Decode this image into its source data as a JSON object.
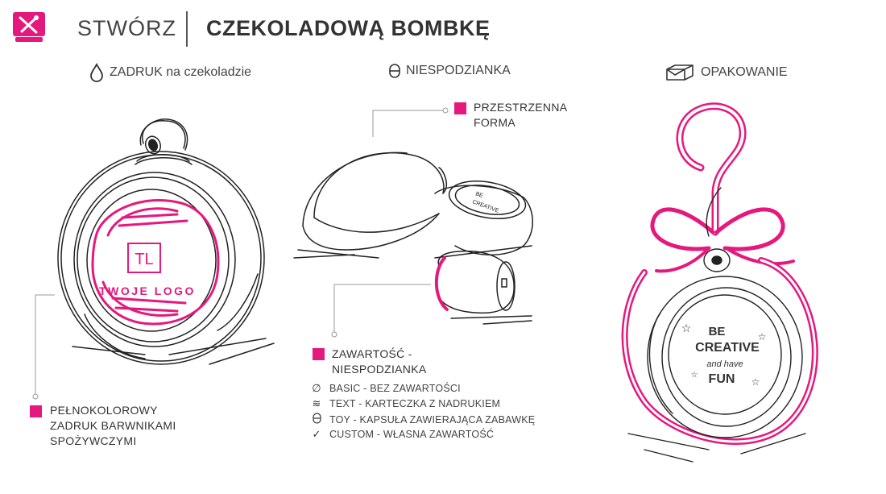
{
  "header": {
    "title_light": "STWÓRZ",
    "title_bold": "CZEKOLADOWĄ BOMBKĘ",
    "accent_color": "#e5197d"
  },
  "sections": {
    "print": {
      "title": "ZADRUK na czekoladzie",
      "icon": "drop-icon"
    },
    "surprise": {
      "title": "NIESPODZIANKA",
      "icon": "capsule-icon"
    },
    "packaging": {
      "title": "OPAKOWANIE",
      "icon": "box-icon"
    }
  },
  "print_ornament": {
    "logo_mark": "TL",
    "logo_text": "TWOJE LOGO",
    "callout": [
      "PEŁNOKOLOROWY",
      "ZADRUK BARWNIKAMI",
      "SPOŻYWCZYMI"
    ]
  },
  "surprise_ornament": {
    "callout_form": [
      "PRZESTRZENNA",
      "FORMA"
    ],
    "callout_content": [
      "ZAWARTOŚĆ -",
      "NIESPODZIANKA"
    ],
    "options": [
      {
        "icon": "empty-set-icon",
        "label": "BASIC - BEZ ZAWARTOŚCI"
      },
      {
        "icon": "wave-text-icon",
        "label": "TEXT - KARTECZKA Z NADRUKIEM"
      },
      {
        "icon": "capsule-icon",
        "label": "TOY - KAPSUŁA ZAWIERAJĄCA ZABAWKĘ"
      },
      {
        "icon": "check-icon",
        "label": "CUSTOM - WŁASNA ZAWARTOŚĆ"
      }
    ]
  },
  "packaging_ornament": {
    "print_lines": [
      "BE",
      "CREATIVE",
      "and have",
      "FUN"
    ]
  }
}
